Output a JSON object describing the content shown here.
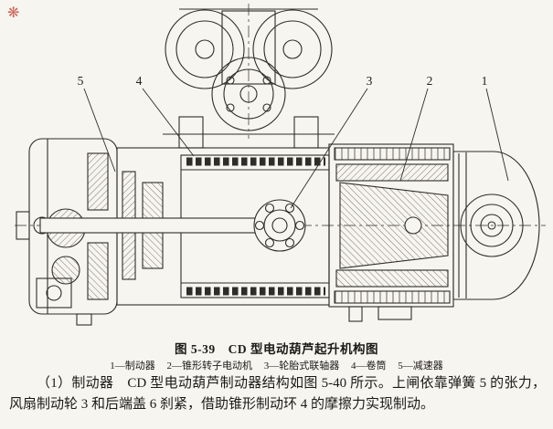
{
  "page": {
    "stamp_icon": "❋",
    "paper_color": "#f7f5f0",
    "ink_color": "#2f2d29",
    "stamp_color": "#c0392b"
  },
  "figure": {
    "caption": "图 5-39　CD 型电动葫芦起升机构图",
    "callouts": [
      "1",
      "2",
      "3",
      "4",
      "5"
    ],
    "legend_items": [
      "1—制动器",
      "2—锥形转子电动机",
      "3—轮胎式联轴器",
      "4—卷筒",
      "5—减速器"
    ]
  },
  "body": {
    "paragraph": "（1）制动器　CD 型电动葫芦制动器结构如图 5-40 所示。上闸依靠弹簧 5 的张力，风扇制动轮 3 和后端盖 6 刹紧，借助锥形制动环 4 的摩擦力实现制动。"
  }
}
